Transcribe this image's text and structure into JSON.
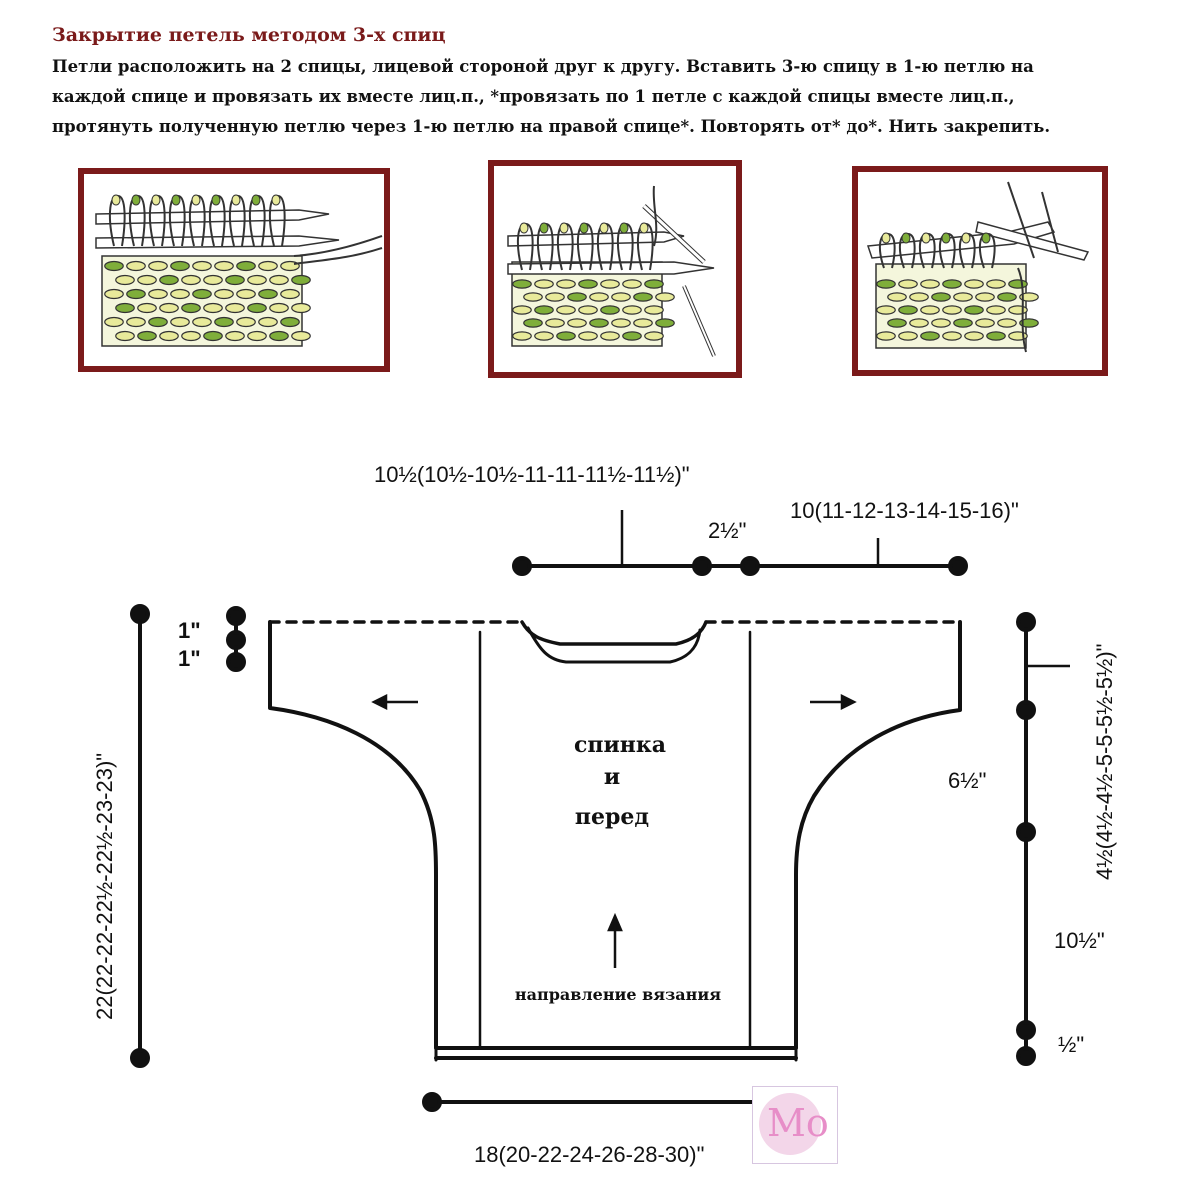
{
  "header": {
    "title": "Закрытие петель методом 3-х спиц",
    "instructions": [
      "Петли расположить на 2 спицы, лицевой стороной друг к другу. Вставить 3-ю спицу в 1-ю петлю на",
      "каждой спице и провязать их вместе лиц.п., *провязать по 1 петле с каждой спицы вместе лиц.п.,",
      "протянуть полученную петлю через 1-ю петлю на правой спице*. Повторять от* до*. Нить закрепить."
    ]
  },
  "colors": {
    "frame": "#7b1a1a",
    "title": "#7a1a1a",
    "yarn_green": "#7fae3a",
    "yarn_light": "#e8ea9a",
    "ink": "#111111"
  },
  "schematic": {
    "top_width": "10½(10½-10½-11-11-11½-11½)\"",
    "neck": "2½\"",
    "sleeve_width": "10(11-12-13-14-15-16)\"",
    "length": "22(22-22-22½-22½-23-23)\"",
    "shoulder_1a": "1\"",
    "shoulder_1b": "1\"",
    "sleeve_depth": "4½(4½-4½-5-5-5½-5½)\"",
    "armhole": "6½\"",
    "body": "10½\"",
    "hem": "½\"",
    "bottom_width": "18(20-22-24-26-28-30)\"",
    "piece_label_1": "спинка",
    "piece_label_2": "и",
    "piece_label_3": "перед",
    "direction_label": "направление вязания"
  },
  "watermark": {
    "text": "Mo"
  }
}
